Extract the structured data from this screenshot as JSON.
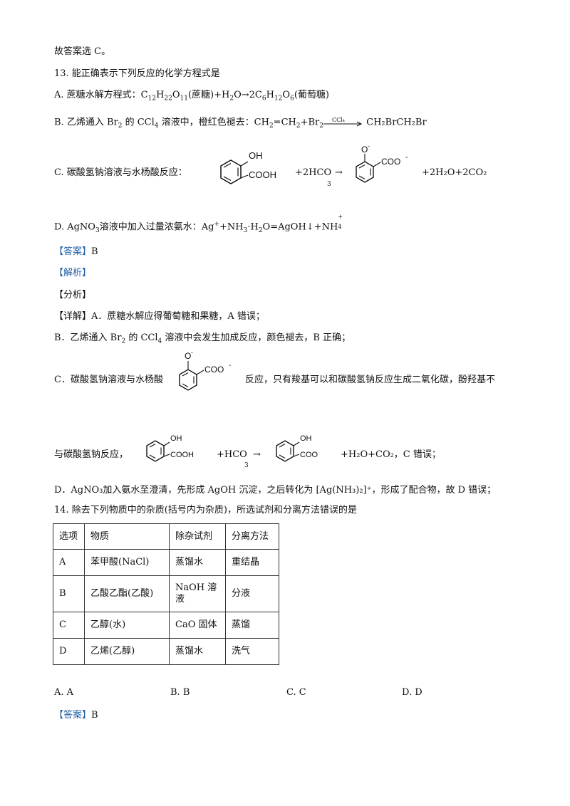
{
  "line1": "故答案选 C。",
  "q13": {
    "stem": "13. 能正确表示下列反应的化学方程式是",
    "A": {
      "prefix": "A.  蔗糖水解方程式：C",
      "s1": "12",
      "t1": "H",
      "s2": "22",
      "t2": "O",
      "s3": "11",
      "t3": "(蔗糖)+H",
      "s4": "2",
      "t4": "O→2C",
      "s5": "6",
      "t5": "H",
      "s6": "12",
      "t6": "O",
      "s7": "6",
      "t7": "(葡萄糖)"
    },
    "B": {
      "prefix": "B.  乙烯通入 Br",
      "s1": "2",
      "t1": " 的 CCl",
      "s2": "4",
      "t2": " 溶液中，橙红色褪去：CH",
      "s3": "2",
      "t3": "=CH",
      "s4": "2",
      "t4": "+Br",
      "s5": "2",
      "cond": "CCl₄",
      "product": "CH₂BrCH₂Br"
    },
    "C": {
      "prefix": "C.  碳酸氢钠溶液与水杨酸反应：",
      "plus_hco": "+2HCO",
      "sub3": "3",
      "arrow": "→",
      "tail": "+2H₂O+2CO₂"
    },
    "D": {
      "prefix": "D.  AgNO",
      "s1": "3",
      "t1": "溶液中加入过量浓氨水：Ag",
      "sup1": "+",
      "t2": "+NH",
      "s2": "3",
      "t3": "·H",
      "s3": "2",
      "t4": "O=AgOH↓+NH",
      "s4": "4",
      "sup2": "+"
    }
  },
  "answer_label": "【答案】",
  "answer13": "B",
  "jiexi": "【解析】",
  "fenxi": "【分析】",
  "detail": {
    "label": "【详解】",
    "A": "A．蔗糖水解应得葡萄糖和果糖，A 错误；",
    "B_pre": "B．乙烯通入 Br",
    "B_s1": "2",
    "B_t1": " 的 CCl",
    "B_s2": "4",
    "B_t2": " 溶液中会发生加成反应，颜色褪去，B 正确；",
    "C_pre": "C．碳酸氢钠溶液与水杨酸",
    "C_post": "反应，只有羧基可以和碳酸氢钠反应生成二氧化碳，酚羟基不",
    "C2_pre": "与碳酸氢钠反应，",
    "C2_plus": "+HCO",
    "C2_sub": "3",
    "C2_arrow": "→",
    "C2_tail": "+H₂O+CO₂，C 错误；",
    "D": "D．AgNO₃加入氨水至澄清，先形成 AgOH 沉淀，之后转化为  [Ag(NH₃)₂]⁺，形成了配合物，故 D 错误；"
  },
  "labels": {
    "OH": "OH",
    "COOH": "COOH",
    "Ominus": "O",
    "COOminus": "COO",
    "COO": "COO",
    "minus": "-"
  },
  "q14": {
    "stem": "14. 除去下列物质中的杂质(括号内为杂质)，所选试剂和分离方法错误的是",
    "header": [
      "选项",
      "物质",
      "除杂试剂",
      "分离方法"
    ],
    "rows": [
      [
        "A",
        "苯甲酸(NaCl)",
        "蒸馏水",
        "重结晶"
      ],
      [
        "B",
        "乙酸乙酯(乙酸)",
        "NaOH 溶液",
        "分液"
      ],
      [
        "C",
        "乙醇(水)",
        "CaO 固体",
        "蒸馏"
      ],
      [
        "D",
        "乙烯(乙醇)",
        "蒸馏水",
        "洗气"
      ]
    ],
    "choices": [
      "A.  A",
      "B.  B",
      "C.  C",
      "D.  D"
    ]
  },
  "answer14": "B"
}
